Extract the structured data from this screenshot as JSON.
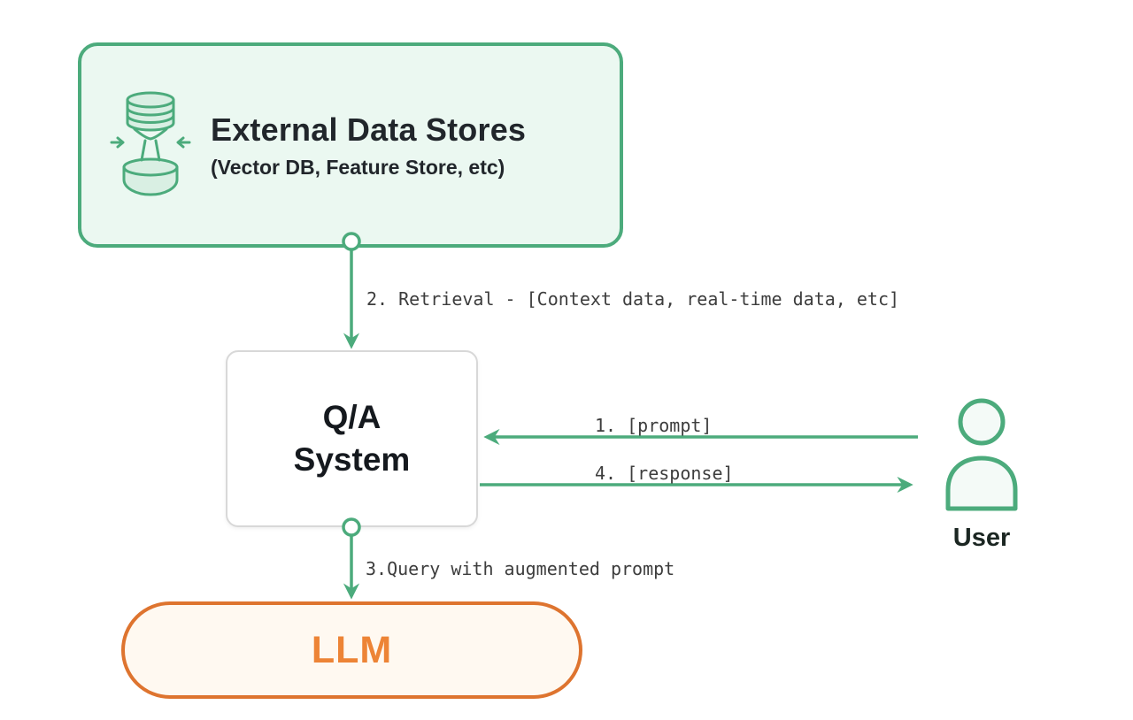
{
  "colors": {
    "background": "#FFFFFF",
    "green": "#4CAB7C",
    "green_light": "#EBF8F1",
    "icon_fill": "#D9EFE3",
    "user_fill": "#F4FAF7",
    "orange": "#DE742F",
    "orange_light": "#FFF9F1",
    "orange_text": "#ED8436",
    "text_dark": "#21262B",
    "label_gray": "#3D3D3D",
    "border_gray": "#D8D8D8"
  },
  "nodes": {
    "external_store": {
      "title": "External Data Stores",
      "subtitle": "(Vector DB, Feature Store, etc)",
      "icon": "database-sync-icon"
    },
    "qa_system": {
      "label": "Q/A System"
    },
    "llm": {
      "label": "LLM"
    },
    "user": {
      "label": "User",
      "icon": "person-icon"
    }
  },
  "edges": {
    "prompt": {
      "label": "1. [prompt]"
    },
    "retrieval": {
      "label": "2. Retrieval - [Context data, real-time data, etc]"
    },
    "query": {
      "label": "3.Query with augmented prompt"
    },
    "response": {
      "label": "4. [response]"
    }
  }
}
